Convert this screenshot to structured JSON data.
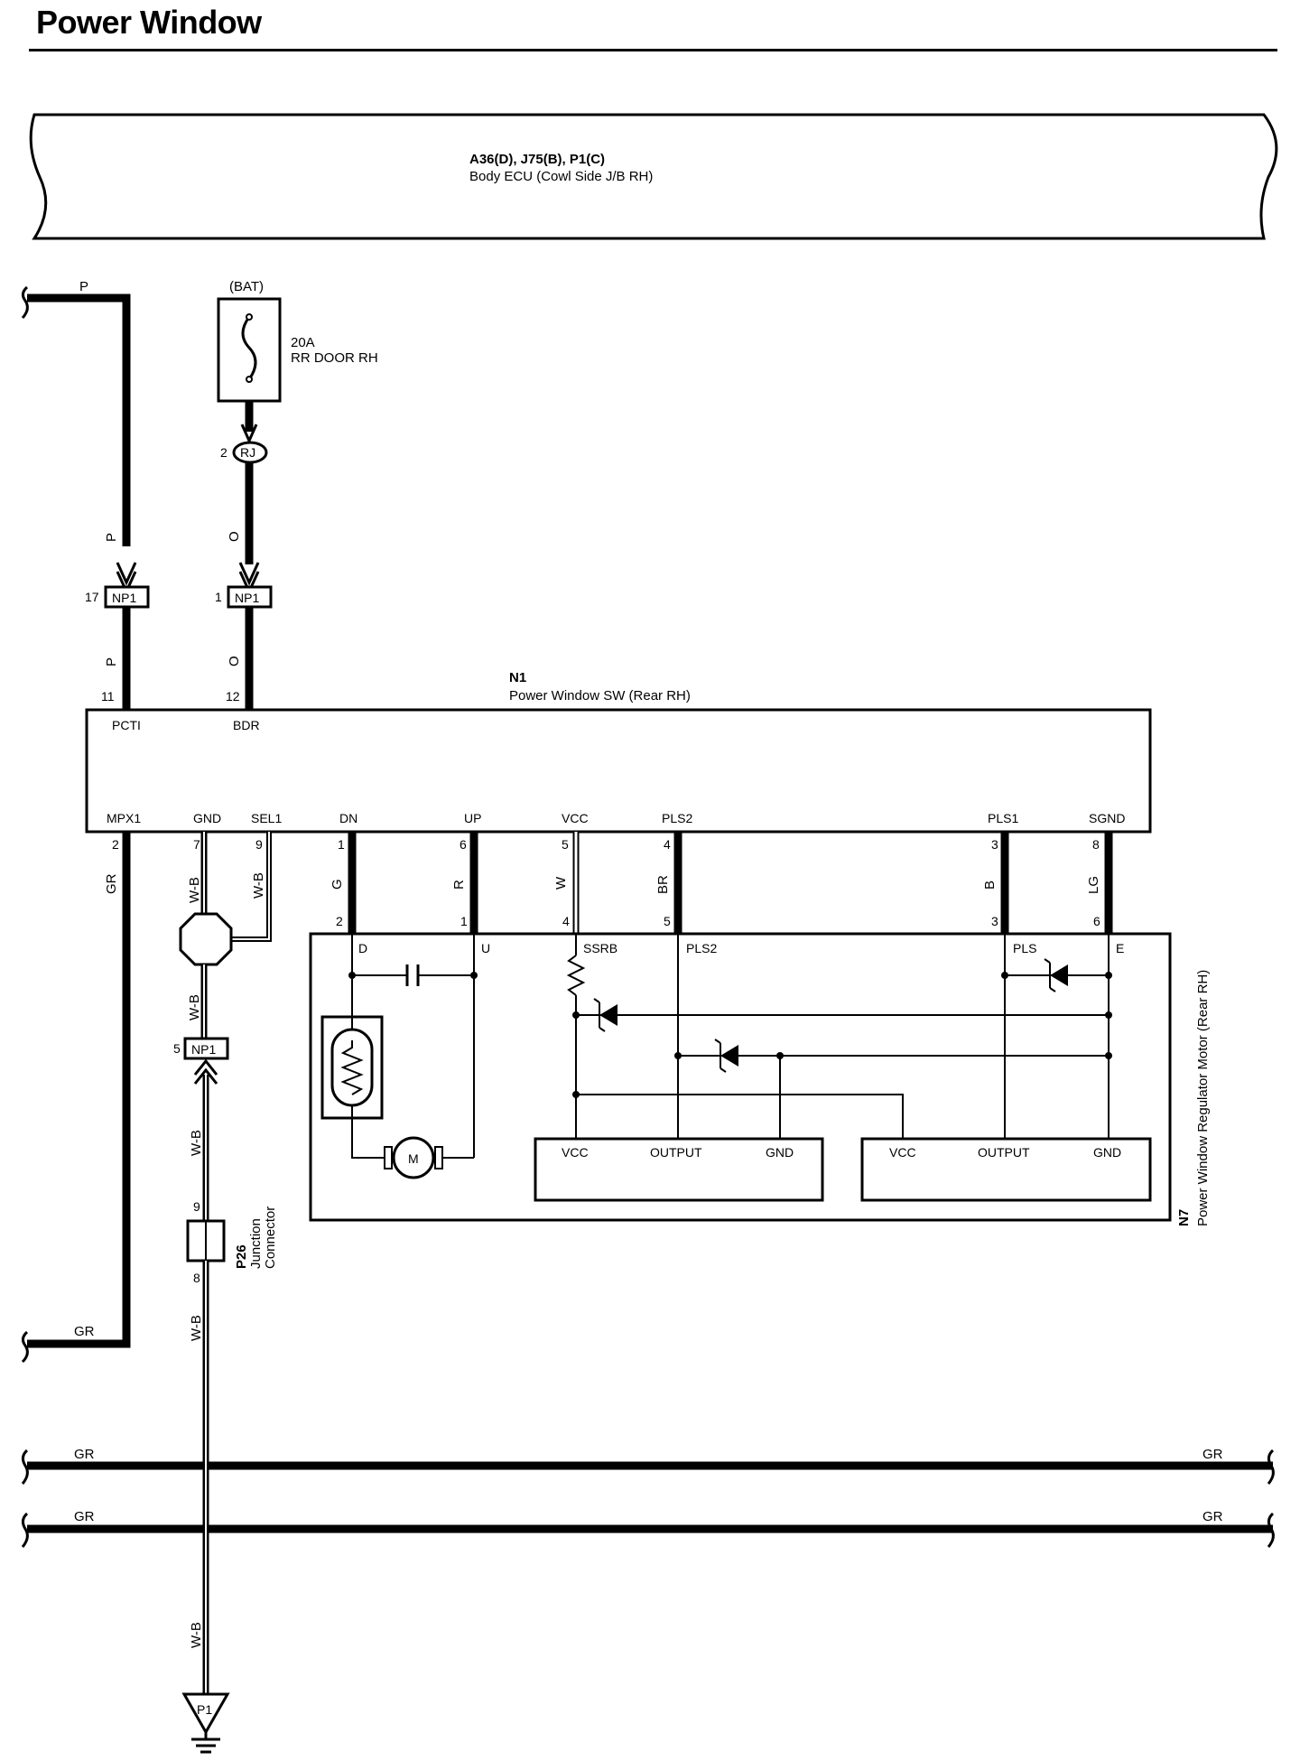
{
  "title": "Power Window",
  "ecu": {
    "code": "A36(D), J75(B), P1(C)",
    "name": "Body ECU (Cowl Side J/B RH)"
  },
  "fuse": {
    "source": "(BAT)",
    "rating": "20A",
    "name": "RR DOOR RH"
  },
  "connector_rj": {
    "label": "RJ",
    "pin": "2"
  },
  "np1": {
    "label": "NP1",
    "pin_p": "17",
    "pin_o": "1",
    "pin_gnd": "5"
  },
  "switch": {
    "code": "N1",
    "name": "Power Window SW (Rear RH)",
    "top_terms": [
      {
        "pin": "11",
        "name": "PCTI"
      },
      {
        "pin": "12",
        "name": "BDR"
      }
    ],
    "bottom_terms": [
      {
        "pin": "2",
        "name": "MPX1"
      },
      {
        "pin": "7",
        "name": "GND"
      },
      {
        "pin": "9",
        "name": "SEL1"
      },
      {
        "pin": "1",
        "name": "DN"
      },
      {
        "pin": "6",
        "name": "UP"
      },
      {
        "pin": "5",
        "name": "VCC"
      },
      {
        "pin": "4",
        "name": "PLS2"
      },
      {
        "pin": "3",
        "name": "PLS1"
      },
      {
        "pin": "8",
        "name": "SGND"
      }
    ]
  },
  "motor": {
    "code": "N7",
    "name": "Power Window Regulator Motor (Rear RH)",
    "pins": [
      "2",
      "1",
      "4",
      "5",
      "3",
      "6"
    ],
    "terms": [
      "D",
      "U",
      "SSRB",
      "PLS2",
      "PLS",
      "E"
    ],
    "sensor_left": [
      "VCC",
      "OUTPUT",
      "GND"
    ],
    "sensor_right": [
      "VCC",
      "OUTPUT",
      "GND"
    ],
    "motor_label": "M"
  },
  "junction": {
    "code": "P26",
    "name1": "Junction",
    "name2": "Connector",
    "pin_top": "9",
    "pin_bottom": "8"
  },
  "ground": {
    "label": "P1"
  },
  "wires": {
    "p": "P",
    "o": "O",
    "gr": "GR",
    "wb": "W-B",
    "g": "G",
    "r": "R",
    "w": "W",
    "br": "BR",
    "b": "B",
    "lg": "LG"
  }
}
